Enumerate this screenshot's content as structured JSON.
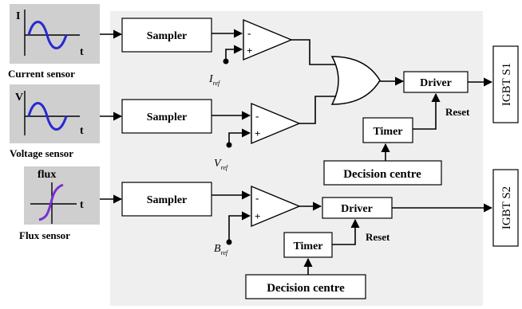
{
  "colors": {
    "panel": "#efefef",
    "sensor_bg": "#cfcfcf",
    "waveform": "#2a2ad0",
    "flux_curve": "#7b2fd0",
    "line": "#000000"
  },
  "sensors": {
    "current": {
      "label": "Current sensor",
      "axis_y": "I",
      "axis_x": "t"
    },
    "voltage": {
      "label": "Voltage sensor",
      "axis_y": "V",
      "axis_x": "t"
    },
    "flux": {
      "label": "Flux sensor",
      "axis_y": "flux",
      "axis_x": "t"
    }
  },
  "blocks": {
    "sampler_1": "Sampler",
    "sampler_2": "Sampler",
    "sampler_3": "Sampler",
    "driver_1": "Driver",
    "driver_2": "Driver",
    "timer_1": "Timer",
    "timer_2": "Timer",
    "decision_1": "Decision centre",
    "decision_2": "Decision centre",
    "reset_1": "Reset",
    "reset_2": "Reset"
  },
  "comparators": {
    "minus": "-",
    "plus": "+",
    "ref_1": {
      "main": "I",
      "sub": "ref"
    },
    "ref_2": {
      "main": "V",
      "sub": "ref"
    },
    "ref_3": {
      "main": "B",
      "sub": "ref"
    }
  },
  "outputs": {
    "igbt_1": "IGBT S1",
    "igbt_2": "IGBT S2"
  }
}
